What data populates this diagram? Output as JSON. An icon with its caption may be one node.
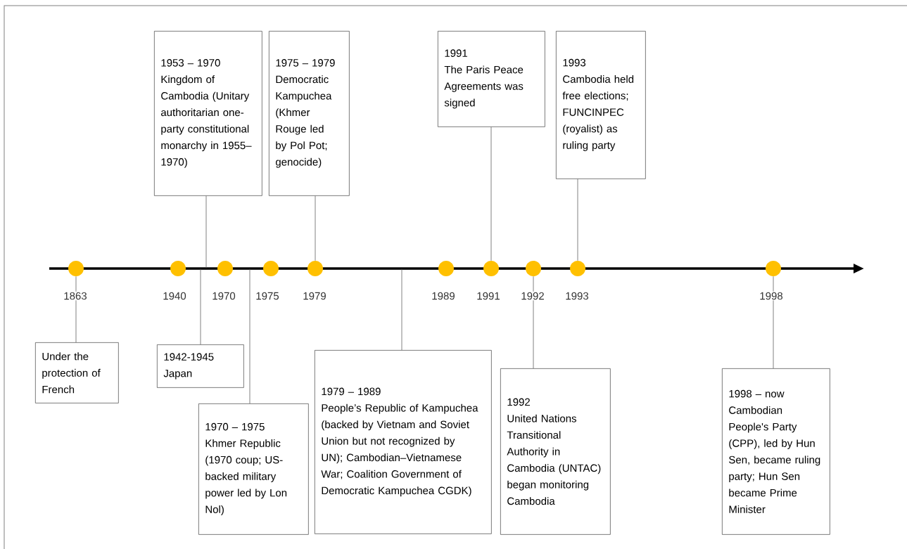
{
  "diagram": {
    "nodes": [
      {
        "text": [
          "1953 – 1970",
          "Kingdom of Cambodia (Unitary authoritarian one-party constitutional monarchy in 1955–1970)"
        ]
      },
      {
        "text": [
          "1975 – 1979",
          "Democratic Kampuchea (Khmer Rouge led by Pol Pot; genocide)"
        ]
      },
      {
        "text": [
          "1991",
          "The Paris Peace Agreements was signed"
        ]
      },
      {
        "text": [
          "1993",
          "Cambodia held free elections; FUNCINPEC (royalist) as ruling party"
        ]
      },
      {
        "text": [],
        "shape": "circle"
      },
      {
        "text": [],
        "shape": "circle"
      },
      {
        "text": [],
        "shape": "circle"
      },
      {
        "text": [],
        "shape": "circle"
      },
      {
        "text": [],
        "shape": "circle"
      },
      {
        "text": [],
        "shape": "circle"
      },
      {
        "text": [],
        "shape": "circle"
      },
      {
        "text": [],
        "shape": "circle"
      },
      {
        "text": [],
        "shape": "circle"
      },
      {
        "text": [],
        "shape": "circle"
      },
      {
        "text": [
          "Under the protection of French"
        ]
      },
      {
        "text": [
          "1942-1945",
          "Japan"
        ]
      },
      {
        "text": [
          "1970 – 1975",
          "Khmer Republic (1970 coup; US-backed military power led by Lon Nol)"
        ]
      },
      {
        "text": [
          "1979 – 1989",
          "People’s Republic of Kampuchea (backed by Vietnam and Soviet Union but not recognized by UN); Cambodian–Vietnamese War; Coalition Government of Democratic Kampuchea CGDK)"
        ]
      },
      {
        "text": [
          "1992",
          "United Nations Transitional Authority in Cambodia (UNTAC) began monitoring Cambodia"
        ]
      },
      {
        "text": [
          "1998 – now",
          "Cambodian People's Party (CPP), led by Hun Sen, became ruling party; Hun Sen became Prime Minister"
        ]
      }
    ],
    "edges": [
      {
        "from": 0,
        "to": null,
        "arrow": "none"
      },
      {
        "from": 1,
        "to": 8,
        "arrow": "none"
      },
      {
        "from": 2,
        "to": 10,
        "arrow": "none"
      },
      {
        "from": 3,
        "to": 12,
        "arrow": "none"
      },
      {
        "from": 14,
        "to": 4,
        "arrow": "none"
      },
      {
        "from": 15,
        "to": null,
        "arrow": "none"
      },
      {
        "from": 16,
        "to": null,
        "arrow": "none"
      },
      {
        "from": 17,
        "to": null,
        "arrow": "none"
      },
      {
        "from": 18,
        "to": 11,
        "arrow": "none"
      },
      {
        "from": 19,
        "to": 13,
        "arrow": "none"
      }
    ],
    "labels": [
      "1863",
      "1940",
      "1970",
      "1975",
      "1979",
      "1989",
      "1991",
      "1992",
      "1993",
      "1998"
    ]
  }
}
